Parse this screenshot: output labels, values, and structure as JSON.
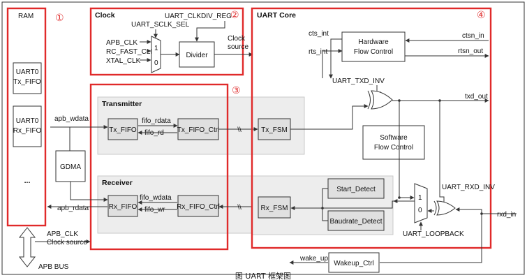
{
  "ram": {
    "title": "RAM",
    "tx_fifo": [
      "UART0",
      "Tx_FIFO"
    ],
    "rx_fifo": [
      "UART0",
      "Rx_FIFO"
    ],
    "more": "..."
  },
  "markers": [
    "①",
    "②",
    "③",
    "④"
  ],
  "clock": {
    "title": "Clock",
    "clkdiv_reg": "UART_CLKDIV_REG",
    "sclk_sel": "UART_SCLK_SEL",
    "sources": [
      "APB_CLK",
      "RC_FAST_CLK",
      "XTAL_CLK"
    ],
    "mux_inputs": [
      "1",
      "0"
    ],
    "divider": "Divider",
    "clock_source": [
      "Clock",
      "source"
    ]
  },
  "transmitter": {
    "title": "Transmitter",
    "apb_wdata": "apb_wdata",
    "tx_fifo": "Tx_FIFO",
    "fifo_rdata": "fifo_rdata",
    "fifo_rd": "fifo_rd",
    "tx_fifo_ctrl": "Tx_FIFO_Ctrl",
    "cross": "\\\\"
  },
  "receiver": {
    "title": "Receiver",
    "apb_rdata": "apb_rdata",
    "rx_fifo": "Rx_FIFO",
    "fifo_wdata": "fifo_wdata",
    "fifo_wr": "fifo_wr",
    "rx_fifo_ctrl": "Rx_FIFO_Ctrl",
    "cross": "\\\\"
  },
  "gdma": "GDMA",
  "core": {
    "title": "UART Core",
    "cts_int": "cts_int",
    "rts_int": "rts_int",
    "hw_flow": [
      "Hardware",
      "Flow Control"
    ],
    "ctsn_in": "ctsn_in",
    "rtsn_out": "rtsn_out",
    "txd_inv": "UART_TXD_INV",
    "txd_out": "txd_out",
    "tx_fsm": "Tx_FSM",
    "sw_flow": [
      "Software",
      "Flow Control"
    ],
    "rx_fsm": "Rx_FSM",
    "start_detect": "Start_Detect",
    "baudrate_detect": "Baudrate_Detect",
    "rxd_inv": "UART_RXD_INV",
    "mux_inputs": [
      "1",
      "0"
    ],
    "loopback": "UART_LOOPBACK",
    "rxd_in": "rxd_in"
  },
  "bottom": {
    "apb_clk": "APB_CLK",
    "clock_source": "Clock source",
    "apb_bus": "APB BUS",
    "wake_up": "wake_up",
    "wakeup_ctrl": "Wakeup_Ctrl"
  },
  "caption": "图 UART 框架图"
}
